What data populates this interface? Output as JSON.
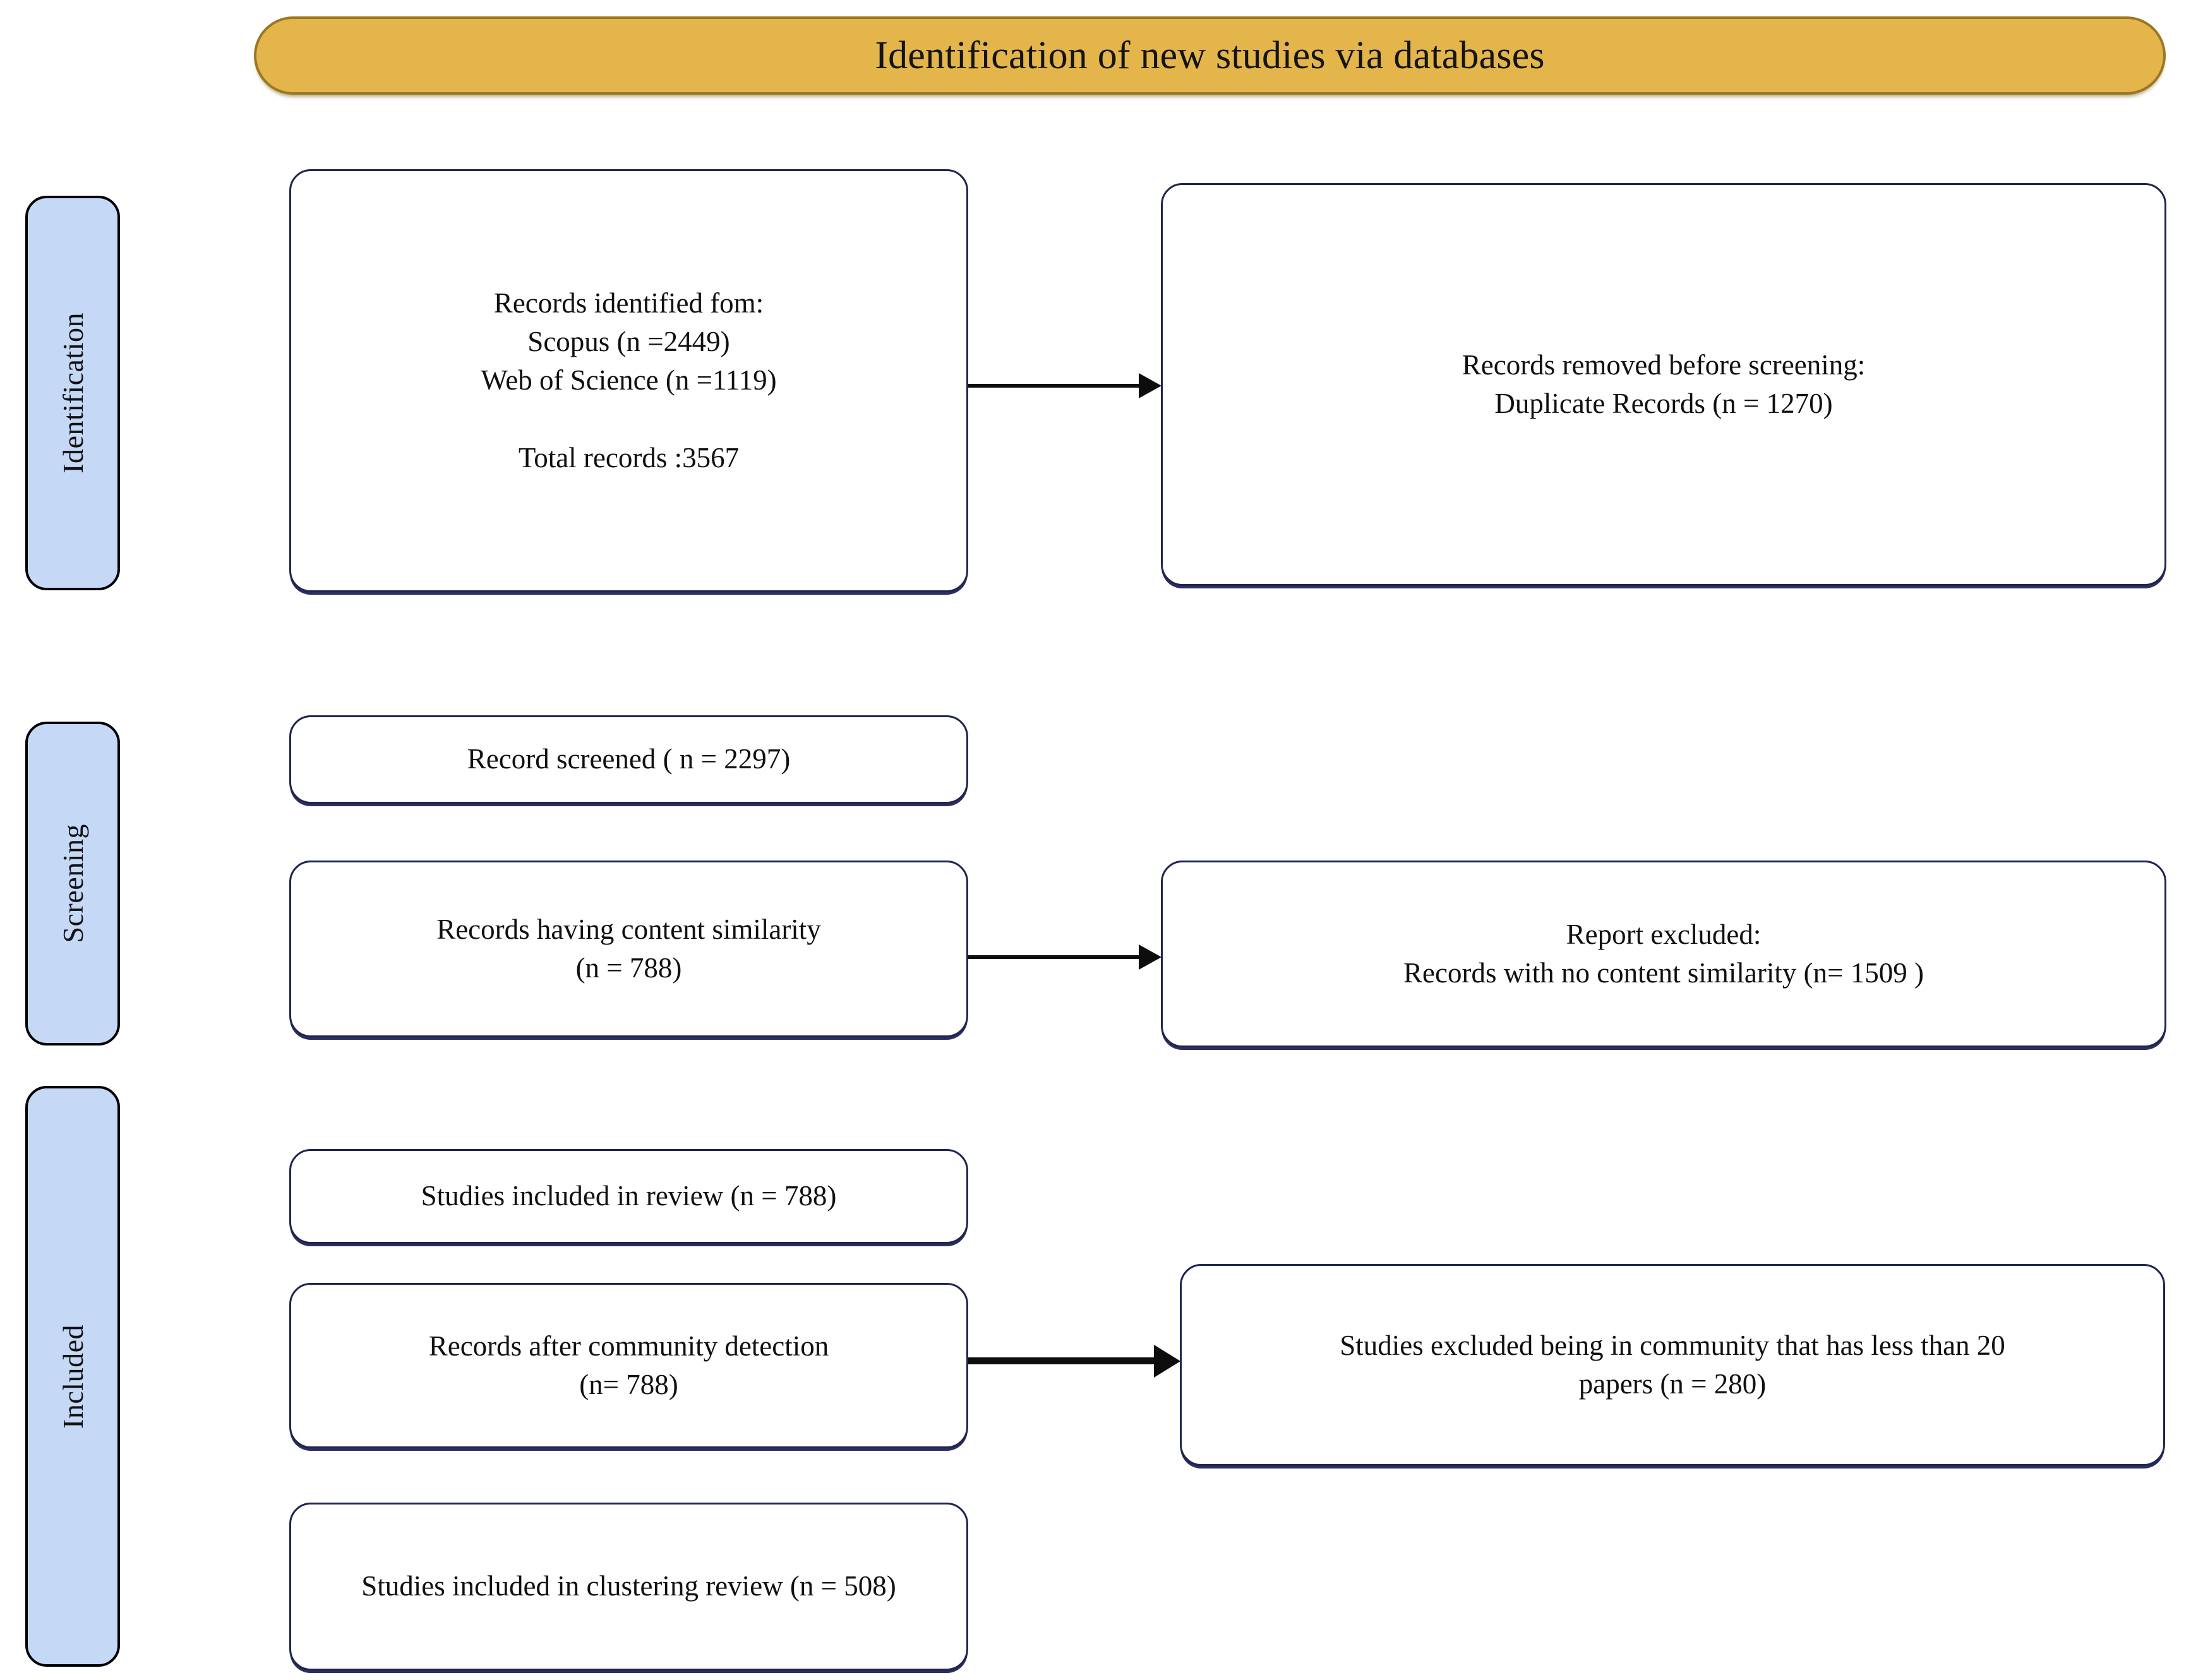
{
  "banner": {
    "title": "Identification of new studies via databases"
  },
  "stages": [
    {
      "id": "identification",
      "label": "Identification"
    },
    {
      "id": "screening",
      "label": "Screening"
    },
    {
      "id": "included",
      "label": "Included"
    }
  ],
  "boxes": {
    "records_identified": {
      "text": "Records identified fom:\nScopus  (n =2449)\nWeb of Science (n =1119)\n\nTotal records  :3567"
    },
    "records_removed": {
      "text": "Records removed before screening:\nDuplicate Records (n = 1270)"
    },
    "record_screened": {
      "text": "Record screened ( n = 2297)"
    },
    "content_similarity": {
      "text": "Records having content similarity\n(n = 788)"
    },
    "report_excluded": {
      "text": "Report excluded:\nRecords with no content similarity (n= 1509 )"
    },
    "studies_included_review": {
      "text": "Studies included in review (n = 788)"
    },
    "records_after_community": {
      "text": "Records  after  community detection\n(n= 788)"
    },
    "studies_excluded_community": {
      "text": "Studies excluded being in community that has less than 20\npapers  (n = 280)"
    },
    "studies_clustering_review": {
      "text": "Studies included in clustering review (n = 508)"
    }
  },
  "colors": {
    "banner_fill": "#E3B54A",
    "banner_border": "#9A7722",
    "stage_fill": "#C5D9F7",
    "stage_border": "#000000",
    "box_border": "#1F2450",
    "arrow": "#0D0D0D",
    "background": "#FFFFFF"
  },
  "flow": {
    "type": "prisma-flow-diagram",
    "arrows": [
      {
        "from": "records_identified",
        "to": "records_removed"
      },
      {
        "from": "content_similarity",
        "to": "report_excluded"
      },
      {
        "from": "records_after_community",
        "to": "studies_excluded_community"
      }
    ],
    "counts": {
      "scopus": 2449,
      "web_of_science": 1119,
      "total_records": 3567,
      "duplicates_removed": 1270,
      "records_screened": 2297,
      "records_with_content_similarity": 788,
      "records_without_content_similarity": 1509,
      "studies_included_in_review": 788,
      "records_after_community_detection": 788,
      "studies_excluded_small_community": 280,
      "community_size_threshold": 20,
      "studies_included_in_clustering_review": 508
    }
  }
}
